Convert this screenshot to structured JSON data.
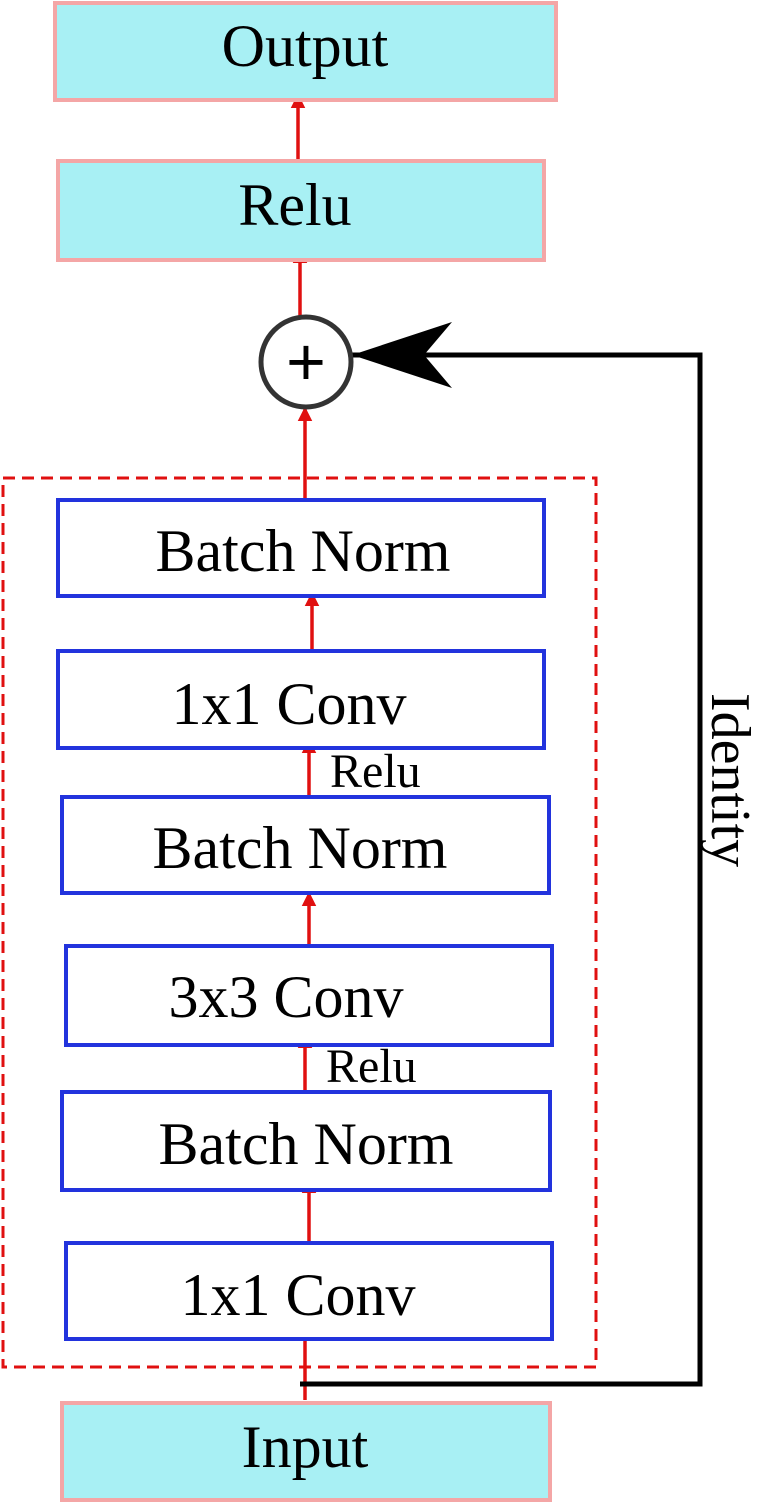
{
  "nodes": {
    "output": "Output",
    "relu_top": "Relu",
    "batch_norm_3": "Batch Norm",
    "conv_1x1_top": "1x1 Conv",
    "batch_norm_2": "Batch Norm",
    "conv_3x3": "3x3 Conv",
    "batch_norm_1": "Batch Norm",
    "conv_1x1_bottom": "1x1 Conv",
    "input": "Input"
  },
  "edge_labels": {
    "relu_after_bn_2": "Relu",
    "relu_after_bn_1": "Relu",
    "identity": "Identity"
  },
  "sum_symbol": "+",
  "colors": {
    "io_fill": "#a8f0f4",
    "io_border": "#f4a6a6",
    "block_border": "#2233dd",
    "arrow": "#e01010",
    "dashed_border": "#e01010",
    "skip_line": "#000000",
    "sum_circle": "#333333"
  }
}
